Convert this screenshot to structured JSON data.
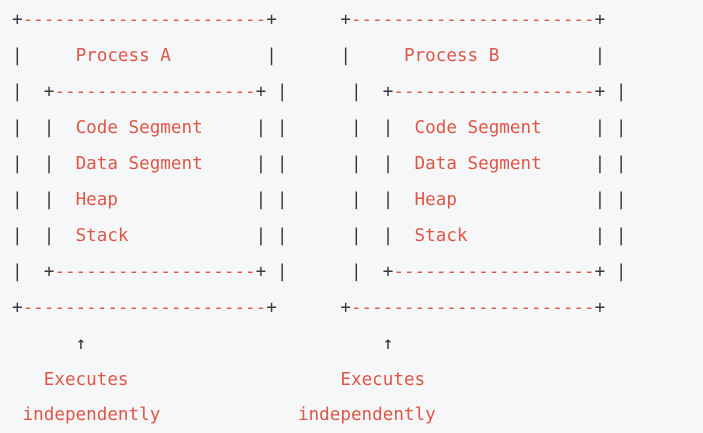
{
  "diagram": {
    "processes": [
      {
        "name": "Process A",
        "segments": [
          "Code Segment",
          "Data Segment",
          "Heap",
          "Stack"
        ],
        "arrow": "↑",
        "caption_line1": "Executes",
        "caption_line2": "independently"
      },
      {
        "name": "Process B",
        "segments": [
          "Code Segment",
          "Data Segment",
          "Heap",
          "Stack"
        ],
        "arrow": "↑",
        "caption_line1": "Executes",
        "caption_line2": "independently"
      }
    ],
    "colors": {
      "text": "#e05646",
      "borders": "#3a3a3a",
      "background": "#f6f7f8"
    }
  }
}
